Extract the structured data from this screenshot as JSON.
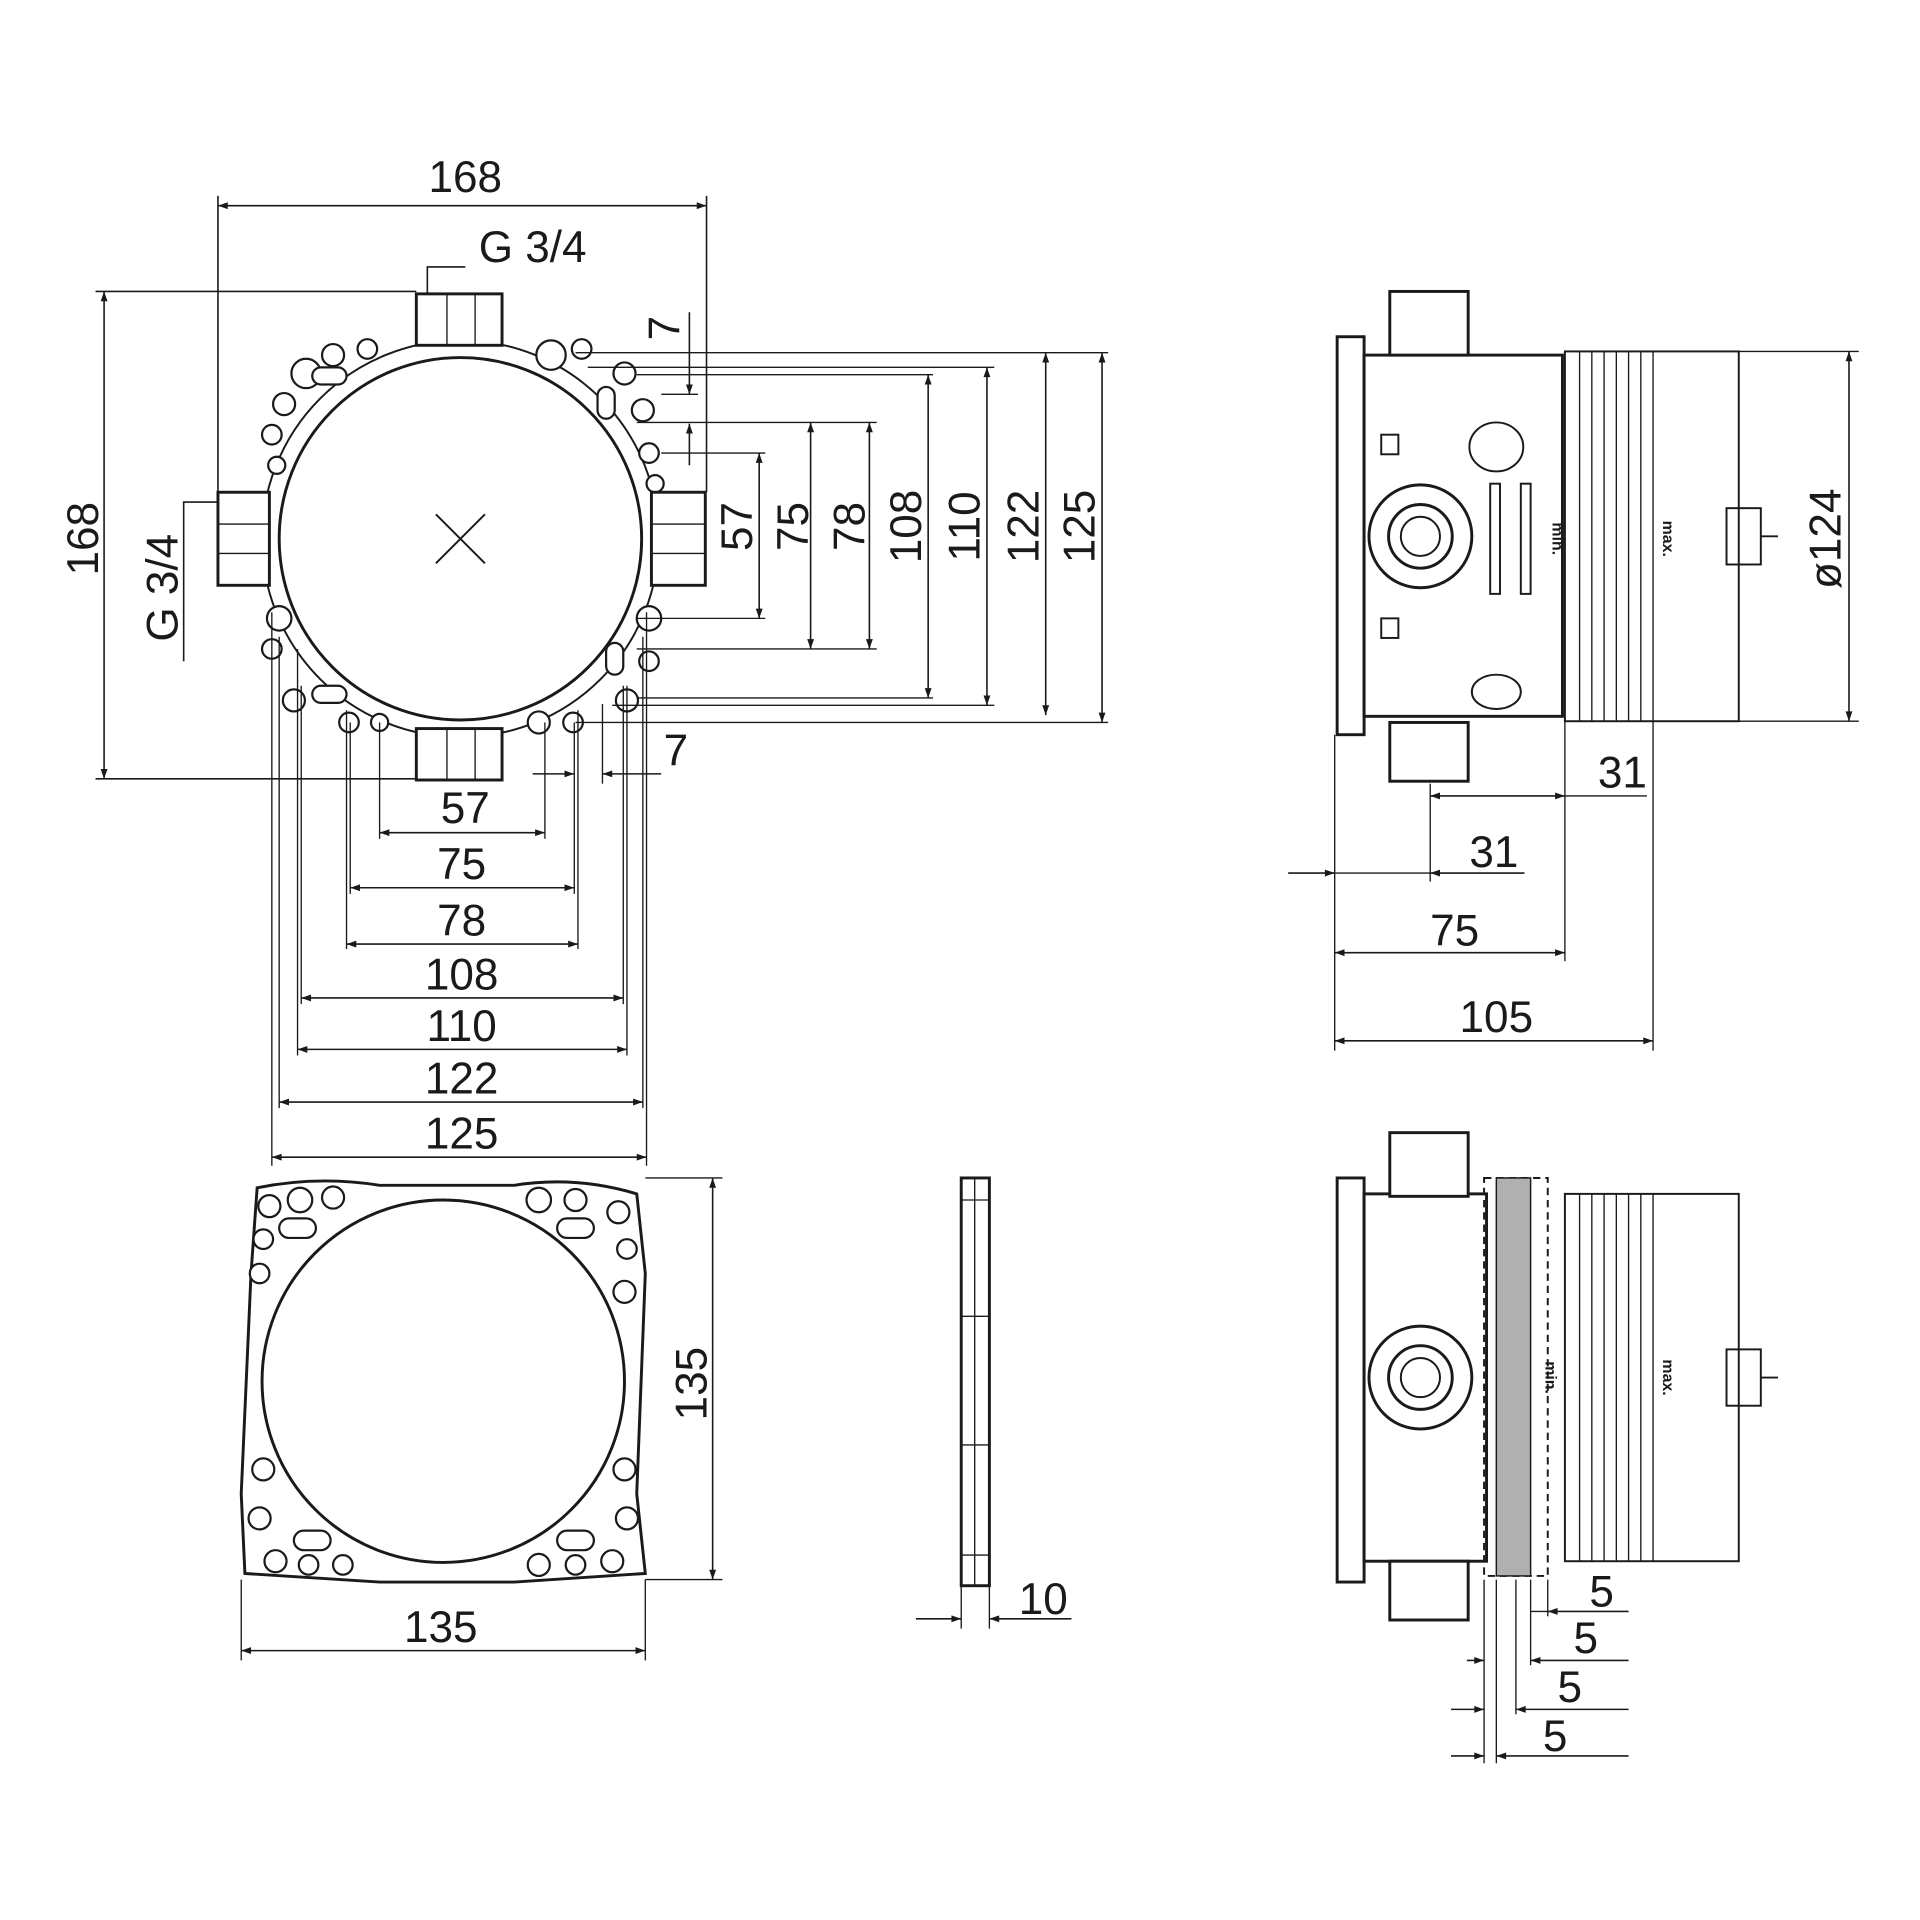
{
  "top_view": {
    "width_label": "168",
    "height_label": "168",
    "thread_top": "G 3/4",
    "thread_left": "G 3/4",
    "vertical_dims": [
      "7",
      "57",
      "75",
      "78",
      "108",
      "110",
      "122",
      "125"
    ],
    "horizontal_dims": [
      "7",
      "57",
      "75",
      "78",
      "108",
      "110",
      "122",
      "125"
    ]
  },
  "side_view": {
    "diameter": "ø124",
    "dim_31_a": "31",
    "dim_31_b": "31",
    "dim_75": "75",
    "dim_105": "105",
    "min_label": "min.",
    "max_label": "max."
  },
  "plate_view": {
    "width": "135",
    "height": "135"
  },
  "profile_view": {
    "thickness": "10"
  },
  "side_view_2": {
    "dims": [
      "5",
      "5",
      "5",
      "5"
    ],
    "min_label": "min.",
    "max_label": "max."
  }
}
